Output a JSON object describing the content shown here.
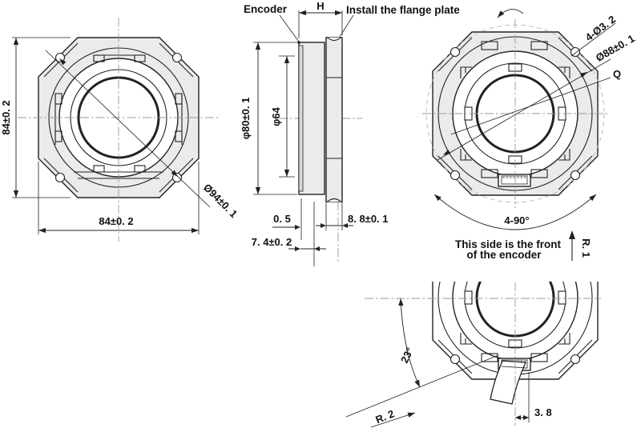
{
  "colors": {
    "line": "#222222",
    "flange_fill": "#ebebeb",
    "bezel_fill": "#d8d8d8",
    "centerline": "#999999",
    "phantom_circle": "#b5b5b5"
  },
  "front_view": {
    "dim_height": "84±0. 2",
    "dim_width": "84±0. 2",
    "dim_bolt_circle": "Ø94±0. 1"
  },
  "side_view": {
    "label_encoder": "Encoder",
    "label_height": "H",
    "label_flange": "Install the flange plate",
    "dim_body_dia": "φ80±0. 1",
    "dim_bore_dia": "φ64",
    "dim_step": "0. 5",
    "dim_depth": "7. 4±0. 2",
    "dim_flange_thk": "8. 8±0. 1"
  },
  "rear_view": {
    "dim_holes": "4-Ø3. 2",
    "dim_pitch_dia": "Ø88±0. 1",
    "label_q": "Q",
    "dim_angle": "4-90°",
    "note_line1": "This side is the front",
    "note_line2": "of the encoder",
    "label_r1": "R. 1"
  },
  "cable_view": {
    "dim_cable_angle": "23°",
    "label_r2": "R. 2",
    "dim_cable_offset": "3. 8"
  }
}
